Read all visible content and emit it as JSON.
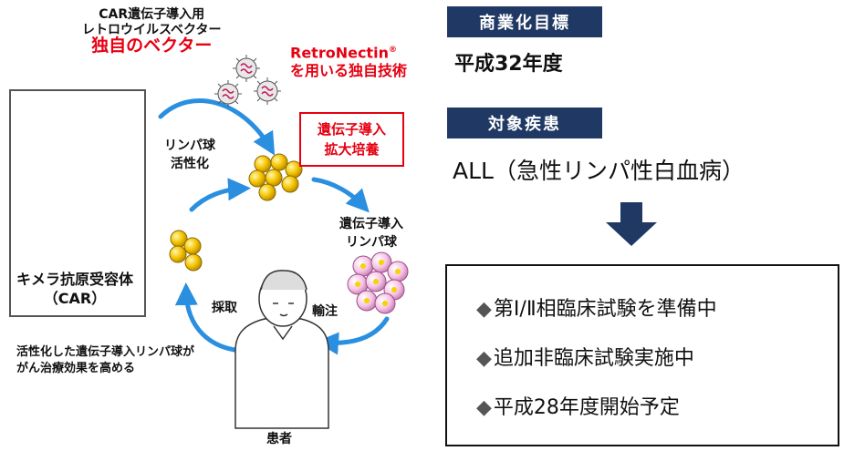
{
  "vector": {
    "line1": "CAR遺伝子導入用",
    "line2": "レトロウイルスベクター",
    "highlight": "独自のベクター"
  },
  "retronectin": {
    "line1": "RetroNectin",
    "mark": "®",
    "line2": "を用いる独自技術"
  },
  "car": {
    "line1": "キメラ抗原受容体",
    "line2": "（CAR）"
  },
  "cycle": {
    "activation_line1": "リンパ球",
    "activation_line2": "活性化",
    "culture_line1": "遺伝子導入",
    "culture_line2": "拡大培養",
    "transduced_line1": "遺伝子導入",
    "transduced_line2": "リンパ球",
    "collection": "採取",
    "infusion": "輸注",
    "patient": "患者"
  },
  "note": {
    "line1": "活性化した遺伝子導入リンパ球が",
    "line2": "がん治療効果を高める"
  },
  "commercialization": {
    "heading": "商業化目標",
    "value": "平成32年度"
  },
  "disease": {
    "heading": "対象疾患",
    "value": "ALL（急性リンパ性白血病）"
  },
  "plans": [
    {
      "marker": "◆",
      "text": "第Ⅰ/Ⅱ相臨床試験を準備中"
    },
    {
      "marker": "◆",
      "text": "追加非臨床試験実施中"
    },
    {
      "marker": "◆",
      "text": "平成28年度開始予定"
    }
  ],
  "colors": {
    "arrow_blue": "#2b8fe0",
    "accent_red": "#e60012",
    "heading_navy": "#1f3864",
    "cell_yellow": "#f5c400",
    "cell_pink": "#f3b3dd"
  }
}
